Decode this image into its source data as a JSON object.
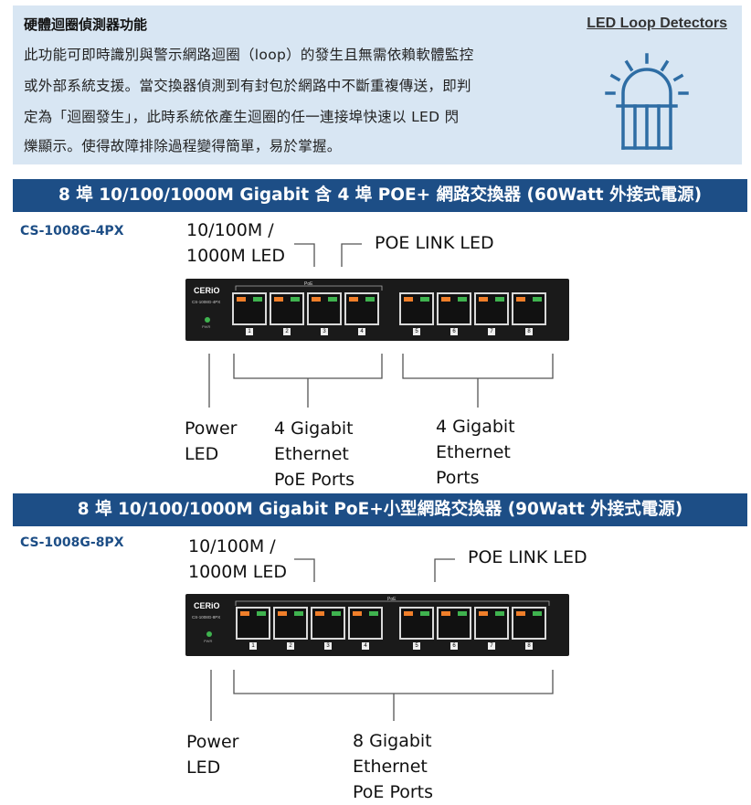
{
  "info": {
    "title": "硬體迴圈偵測器功能",
    "brand": "LED Loop Detectors",
    "lines": [
      "此功能可即時識別與警示網路迴圈（loop）的發生且無需依賴軟體監控",
      "或外部系統支援。當交換器偵測到有封包於網路中不斷重複傳送，即判",
      "定為「迴圈發生」，此時系統依產生迴圈的任一連接埠快速以 LED 閃",
      "爍顯示。使得故障排除過程變得簡單，易於掌握。"
    ],
    "icon": "led-loop-icon"
  },
  "product1": {
    "banner": "8 埠 10/100/1000M Gigabit 含 4 埠 POE+ 網路交換器 (60Watt 外接式電源)",
    "model": "CS-1008G-4PX",
    "led_label_line1": "10/100M /",
    "led_label_line2": "1000M LED",
    "poe_led_label": "POE LINK LED",
    "device_brand": "CERiO",
    "device_model": "CS-1008G-4PX",
    "device_poe_tag": "PoE",
    "device_pwr": "PWR",
    "port_numbers": [
      "1",
      "2",
      "3",
      "4",
      "5",
      "6",
      "7",
      "8"
    ],
    "power_label_line1": "Power",
    "power_label_line2": "LED",
    "group1_line1": "4 Gigabit",
    "group1_line2": "Ethernet",
    "group1_line3": "PoE Ports",
    "group2_line1": "4 Gigabit",
    "group2_line2": "Ethernet",
    "group2_line3": "Ports"
  },
  "product2": {
    "banner": "8 埠 10/100/1000M Gigabit PoE+小型網路交換器 (90Watt 外接式電源)",
    "model": "CS-1008G-8PX",
    "led_label_line1": "10/100M /",
    "led_label_line2": "1000M LED",
    "poe_led_label": "POE LINK LED",
    "device_brand": "CERiO",
    "device_model": "CS-1008G-8PX",
    "device_poe_tag": "PoE",
    "device_pwr": "PWR",
    "port_numbers": [
      "1",
      "2",
      "3",
      "4",
      "5",
      "6",
      "7",
      "8"
    ],
    "power_label_line1": "Power",
    "power_label_line2": "LED",
    "group1_line1": "8 Gigabit",
    "group1_line2": "Ethernet",
    "group1_line3": "PoE Ports"
  },
  "colors": {
    "info_bg": "#d8e6f3",
    "banner_bg": "#1d4e86",
    "led_orange": "#f07f2a",
    "led_green": "#3fb34f",
    "icon_blue": "#2e6da4"
  }
}
